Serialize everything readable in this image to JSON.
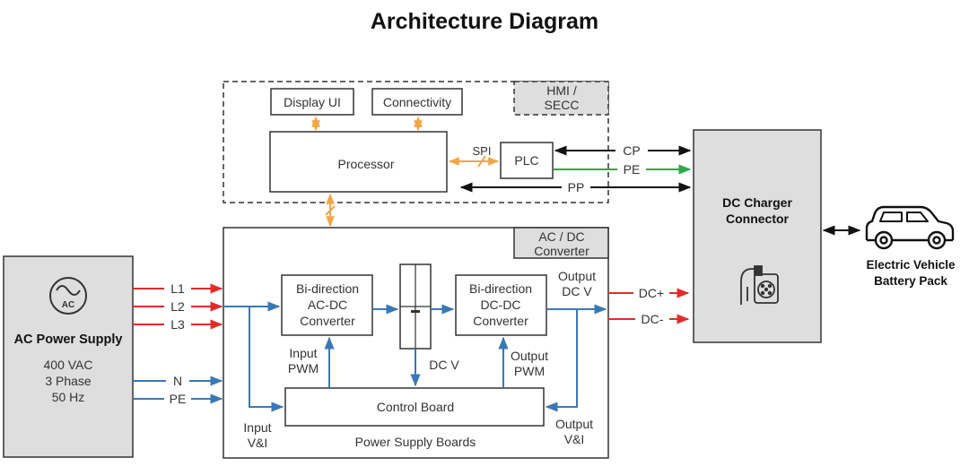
{
  "title": "Architecture Diagram",
  "colors": {
    "red": "#e32b2b",
    "blue": "#3a78b5",
    "orange": "#f2a545",
    "green": "#2da84a",
    "black": "#111111",
    "gray_fill": "#dedede"
  },
  "blocks": {
    "display_ui": "Display UI",
    "connectivity": "Connectivity",
    "hmi": [
      "HMI /",
      "SECC"
    ],
    "processor": "Processor",
    "spi": "SPI",
    "plc": "PLC",
    "acdc_label": [
      "AC / DC",
      "Converter"
    ],
    "bi_acdc": [
      "Bi-direction",
      "AC-DC",
      "Converter"
    ],
    "bi_dcdc": [
      "Bi-direction",
      "DC-DC",
      "Converter"
    ],
    "control_board": "Control Board",
    "power_supply_boards": "Power Supply Boards",
    "dc_charger": [
      "DC Charger",
      "Connector"
    ],
    "ev": [
      "Electric Vehicle",
      "Battery Pack"
    ],
    "ac_supply": {
      "icon_text": "AC",
      "title": "AC Power Supply",
      "specs": [
        "400 VAC",
        "3 Phase",
        "50 Hz"
      ]
    }
  },
  "signals": {
    "cp": "CP",
    "pe_green": "PE",
    "pp": "PP",
    "l1": "L1",
    "l2": "L2",
    "l3": "L3",
    "n": "N",
    "pe_blue": "PE",
    "dc_plus": "DC+",
    "dc_minus": "DC-",
    "output_dcv": [
      "Output",
      "DC V"
    ],
    "dcv": "DC V",
    "input_pwm": [
      "Input",
      "PWM"
    ],
    "output_pwm": [
      "Output",
      "PWM"
    ],
    "input_vi": [
      "Input",
      "V&I"
    ],
    "output_vi": [
      "Output",
      "V&I"
    ]
  }
}
